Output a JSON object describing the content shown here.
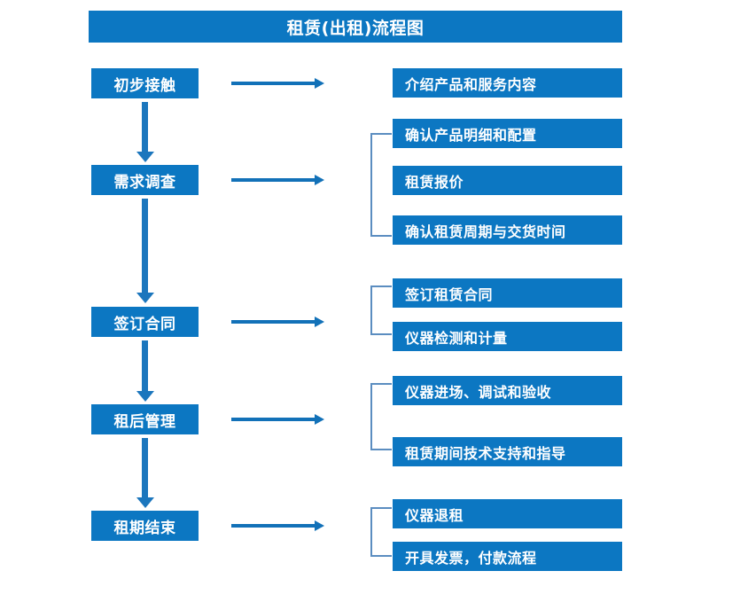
{
  "title": "租赁(出租)流程图",
  "colors": {
    "box_fill": "#0c77c2",
    "box_text": "#ffffff",
    "arrow": "#1271b8",
    "bracket": "#5b8dc0",
    "background": "#ffffff"
  },
  "flowchart": {
    "type": "flowchart",
    "orientation": "vertical-stages-with-horizontal-tasks",
    "stages": [
      {
        "id": "stage-1",
        "label": "初步接触",
        "tasks": [
          "介绍产品和服务内容"
        ],
        "grouped": false
      },
      {
        "id": "stage-2",
        "label": "需求调查",
        "tasks": [
          "确认产品明细和配置",
          "租赁报价",
          "确认租赁周期与交货时间"
        ],
        "grouped": true
      },
      {
        "id": "stage-3",
        "label": "签订合同",
        "tasks": [
          "签订租赁合同",
          "仪器检测和计量"
        ],
        "grouped": true
      },
      {
        "id": "stage-4",
        "label": "租后管理",
        "tasks": [
          "仪器进场、调试和验收",
          "租赁期间技术支持和指导"
        ],
        "grouped": true
      },
      {
        "id": "stage-5",
        "label": "租期结束",
        "tasks": [
          "仪器退租",
          "开具发票，付款流程"
        ],
        "grouped": true
      }
    ],
    "connectors": {
      "stage_to_stage": "down-arrow",
      "stage_to_tasks": "right-arrow",
      "task_group": "square-bracket"
    }
  }
}
